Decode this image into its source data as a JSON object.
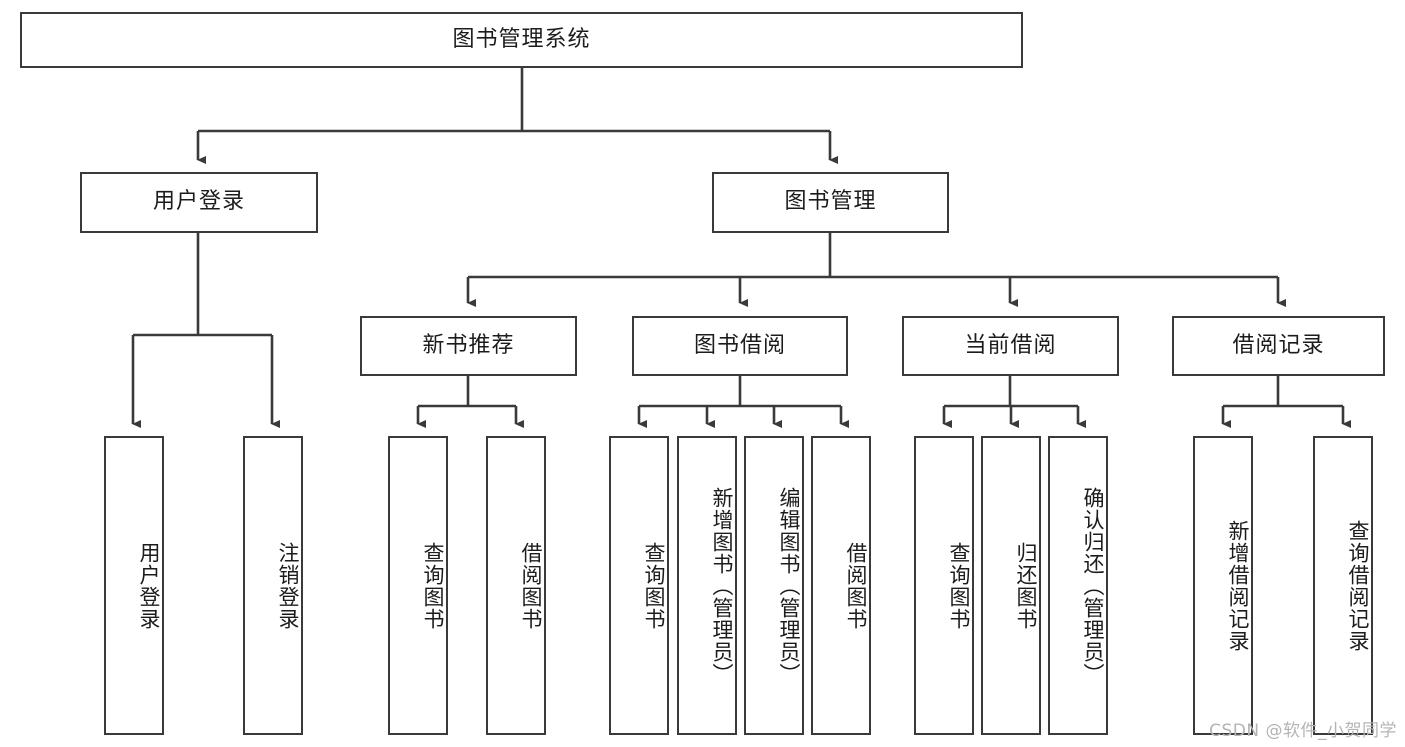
{
  "diagram": {
    "title": "图书管理系统",
    "stroke_color": "#3a3a3a",
    "fill_color": "#ffffff",
    "text_color": "#1c1c1c"
  },
  "nodes": {
    "root": {
      "label": "图书管理系统"
    },
    "level1": [
      {
        "label": "用户登录"
      },
      {
        "label": "图书管理"
      }
    ],
    "level2": [
      {
        "label": "新书推荐"
      },
      {
        "label": "图书借阅"
      },
      {
        "label": "当前借阅"
      },
      {
        "label": "借阅记录"
      }
    ],
    "login_children": [
      {
        "label": "用户登录"
      },
      {
        "label": "注销登录"
      }
    ],
    "newbook_children": [
      {
        "label": "查询图书"
      },
      {
        "label": "借阅图书"
      }
    ],
    "borrow_children": [
      {
        "label": "查询图书"
      },
      {
        "label": "新增图书（管理员）"
      },
      {
        "label": "编辑图书（管理员）"
      },
      {
        "label": "借阅图书"
      }
    ],
    "current_children": [
      {
        "label": "查询图书"
      },
      {
        "label": "归还图书"
      },
      {
        "label": "确认归还（管理员）"
      }
    ],
    "record_children": [
      {
        "label": "新增借阅记录"
      },
      {
        "label": "查询借阅记录"
      }
    ]
  },
  "watermark": {
    "text": "CSDN @软件_小贺同学",
    "color": "#b4b4b4"
  }
}
